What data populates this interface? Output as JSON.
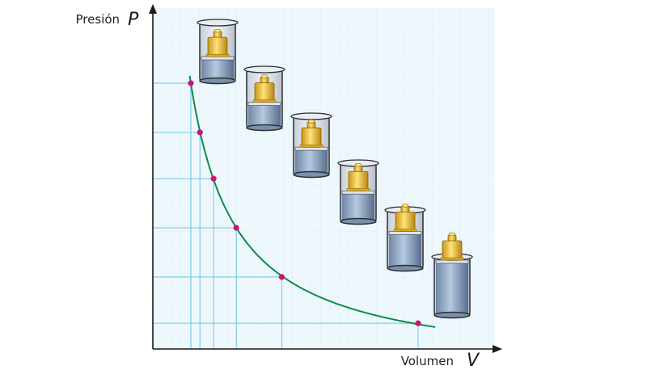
{
  "chart_data": {
    "type": "scatter",
    "title": "",
    "ylabel": "Presión",
    "ylabel_symbol": "P",
    "xlabel": "Volumen",
    "xlabel_symbol": "V",
    "ticks_labeled": false,
    "grid": true,
    "points": [
      {
        "x": 1.0,
        "y": 1.0
      },
      {
        "x": 1.2,
        "y": 0.83
      },
      {
        "x": 1.5,
        "y": 0.67
      },
      {
        "x": 2.0,
        "y": 0.5
      },
      {
        "x": 3.0,
        "y": 0.33
      },
      {
        "x": 6.0,
        "y": 0.17
      }
    ],
    "curve": "inverse",
    "marker_color": "#cc1177",
    "curve_color": "#0e8a4c",
    "guide_color": "#6cc6e6",
    "illustration": "gas-cylinder-with-weight-icon"
  }
}
